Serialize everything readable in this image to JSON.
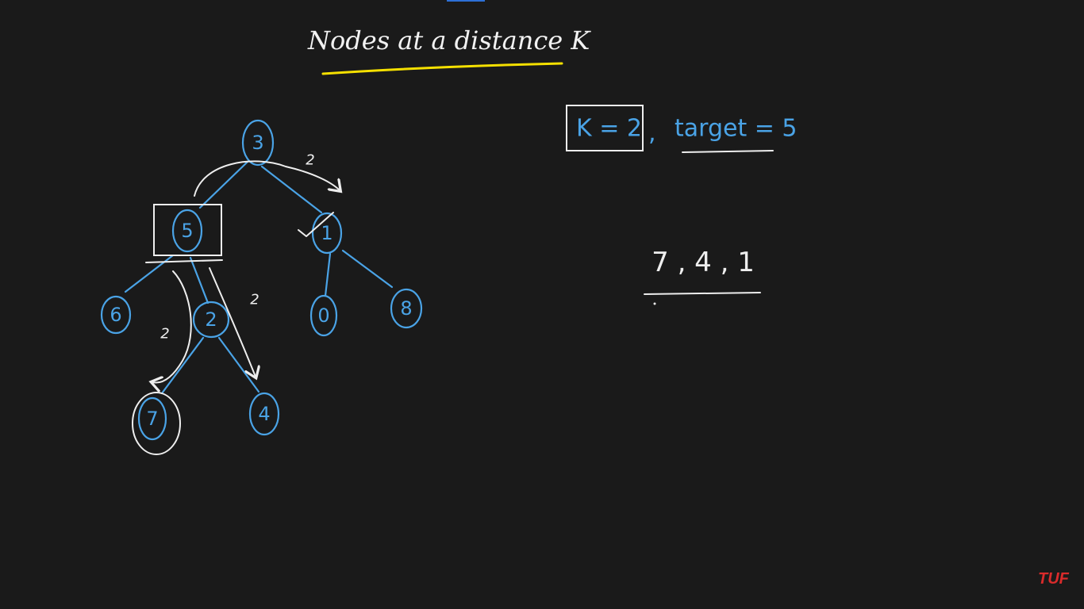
{
  "title": "Nodes at a distance K",
  "params": {
    "k_label": "K = 2",
    "separator": ",",
    "target_label": "target = 5"
  },
  "tree": {
    "nodes": {
      "root": "3",
      "left": "5",
      "right": "1",
      "ll": "6",
      "lr": "2",
      "rl": "0",
      "rr": "8",
      "lrl": "7",
      "lrr": "4"
    },
    "distance_labels": [
      "2",
      "2",
      "2"
    ]
  },
  "result": "7 , 4 , 1",
  "watermark": "TUF"
}
